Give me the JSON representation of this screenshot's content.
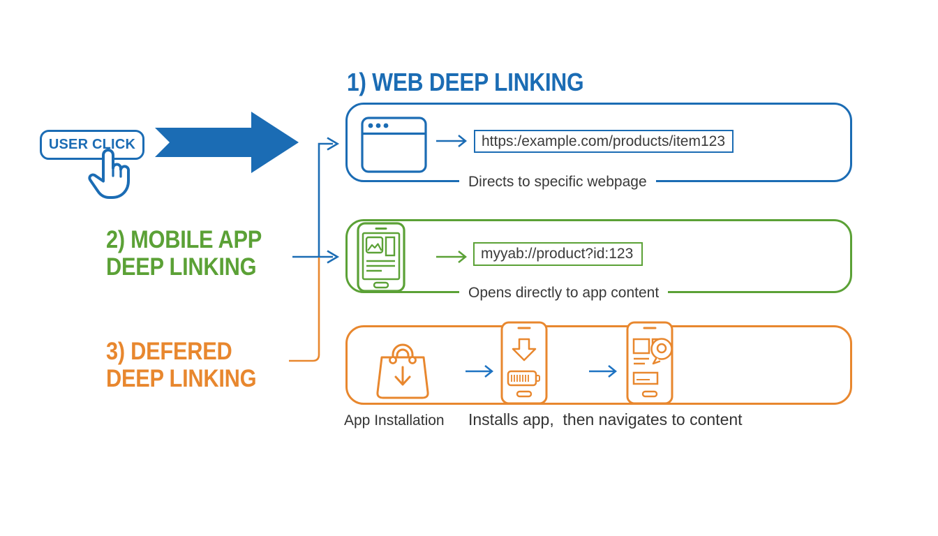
{
  "colors": {
    "blue": "#1b6cb4",
    "green": "#5ba136",
    "orange": "#e8872e",
    "ink": "#383838",
    "background": "#ffffff"
  },
  "trigger": {
    "button_label": "USER CLICK",
    "pointer_icon": "hand-cursor-icon",
    "arrow_icon": "big-right-arrow-icon"
  },
  "web_section": {
    "title": "1) WEB DEEP LINKING",
    "browser_icon": "browser-window-icon",
    "url": "https:/example.com/products/item123",
    "caption": "Directs to specific webpage"
  },
  "app_section": {
    "title_line1": "2) MOBILE APP",
    "title_line2": "DEEP LINKING",
    "phone_icon": "smartphone-app-screen-icon",
    "url": "myyab://product?id:123",
    "caption": "Opens directly to app content"
  },
  "deferred_section": {
    "title_line1": "3) DEFERED",
    "title_line2": "DEEP LINKING",
    "store_icon": "shopping-bag-download-icon",
    "install_icon": "phone-install-progress-icon",
    "content_icon": "phone-content-location-icon",
    "caption_store": "App Installation",
    "caption_flow": "Installs app,  then navigates to content"
  }
}
